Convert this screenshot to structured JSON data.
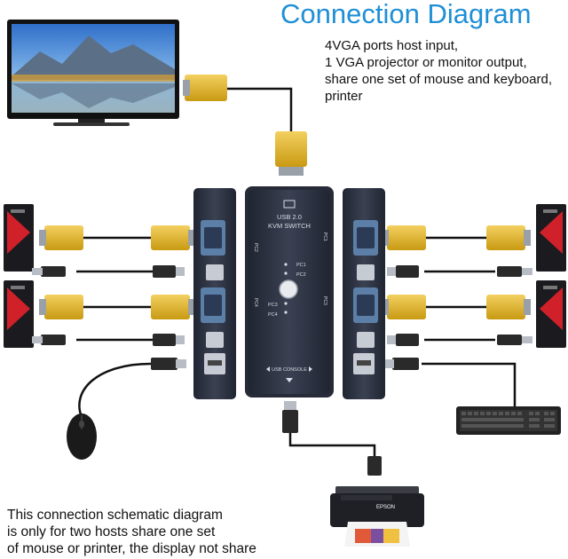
{
  "title": "Connection Diagram",
  "description_lines": [
    "4VGA ports host input,",
    "1 VGA projector or monitor output,",
    "share one set of mouse and keyboard,",
    "printer"
  ],
  "note_lines": [
    "This connection schematic diagram",
    "is only for two hosts share one set",
    "of mouse or printer, the display not share"
  ],
  "switch": {
    "line1": "USB 2.0",
    "line2": "KVM SWITCH",
    "pc_labels": [
      "PC1",
      "PC2",
      "PC3",
      "PC4"
    ],
    "console_label": "USB CONSOLE",
    "side_pc_left_top": "PC2",
    "side_pc_left_bottom": "PC4",
    "side_pc_right_top": "PC1",
    "side_pc_right_bottom": "PC3"
  },
  "printer_brand": "EPSON",
  "colors": {
    "title": "#1f8fd6",
    "switch_body": "#2b3140",
    "vga_connector": "#e8b820",
    "pc_accent": "#d0202a"
  }
}
